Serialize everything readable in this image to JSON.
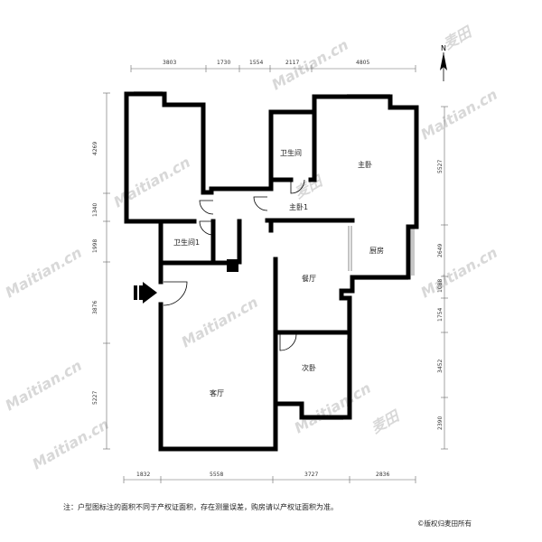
{
  "dimensions": {
    "top": [
      "3803",
      "1730",
      "1554",
      "2117",
      "4805"
    ],
    "bottom": [
      "1832",
      "5558",
      "3727",
      "2836"
    ],
    "left": [
      "4269",
      "1340",
      "1998",
      "3876",
      "5227"
    ],
    "right": [
      "5527",
      "2649",
      "1088",
      "1754",
      "3452",
      "2390"
    ]
  },
  "rooms": {
    "bathroom": "卫生间",
    "master_bedroom": "主卧",
    "master_bedroom_1": "主卧1",
    "bathroom_1": "卫生间1",
    "kitchen": "厨房",
    "dining_room": "餐厅",
    "second_bedroom": "次卧",
    "living_room": "客厅"
  },
  "compass_label": "N",
  "watermark_text": "Maitian.cn",
  "watermark_brand": "麦田",
  "footer_note": "注：户型图标注的面积不同于产权证面积，存在测量误差，购房请以产权证面积为准。",
  "copyright": "©版权归麦田所有",
  "colors": {
    "wall": "#000000",
    "window": "#c8c8c8",
    "dim_line": "#666666",
    "watermark": "#d8d8d8"
  }
}
